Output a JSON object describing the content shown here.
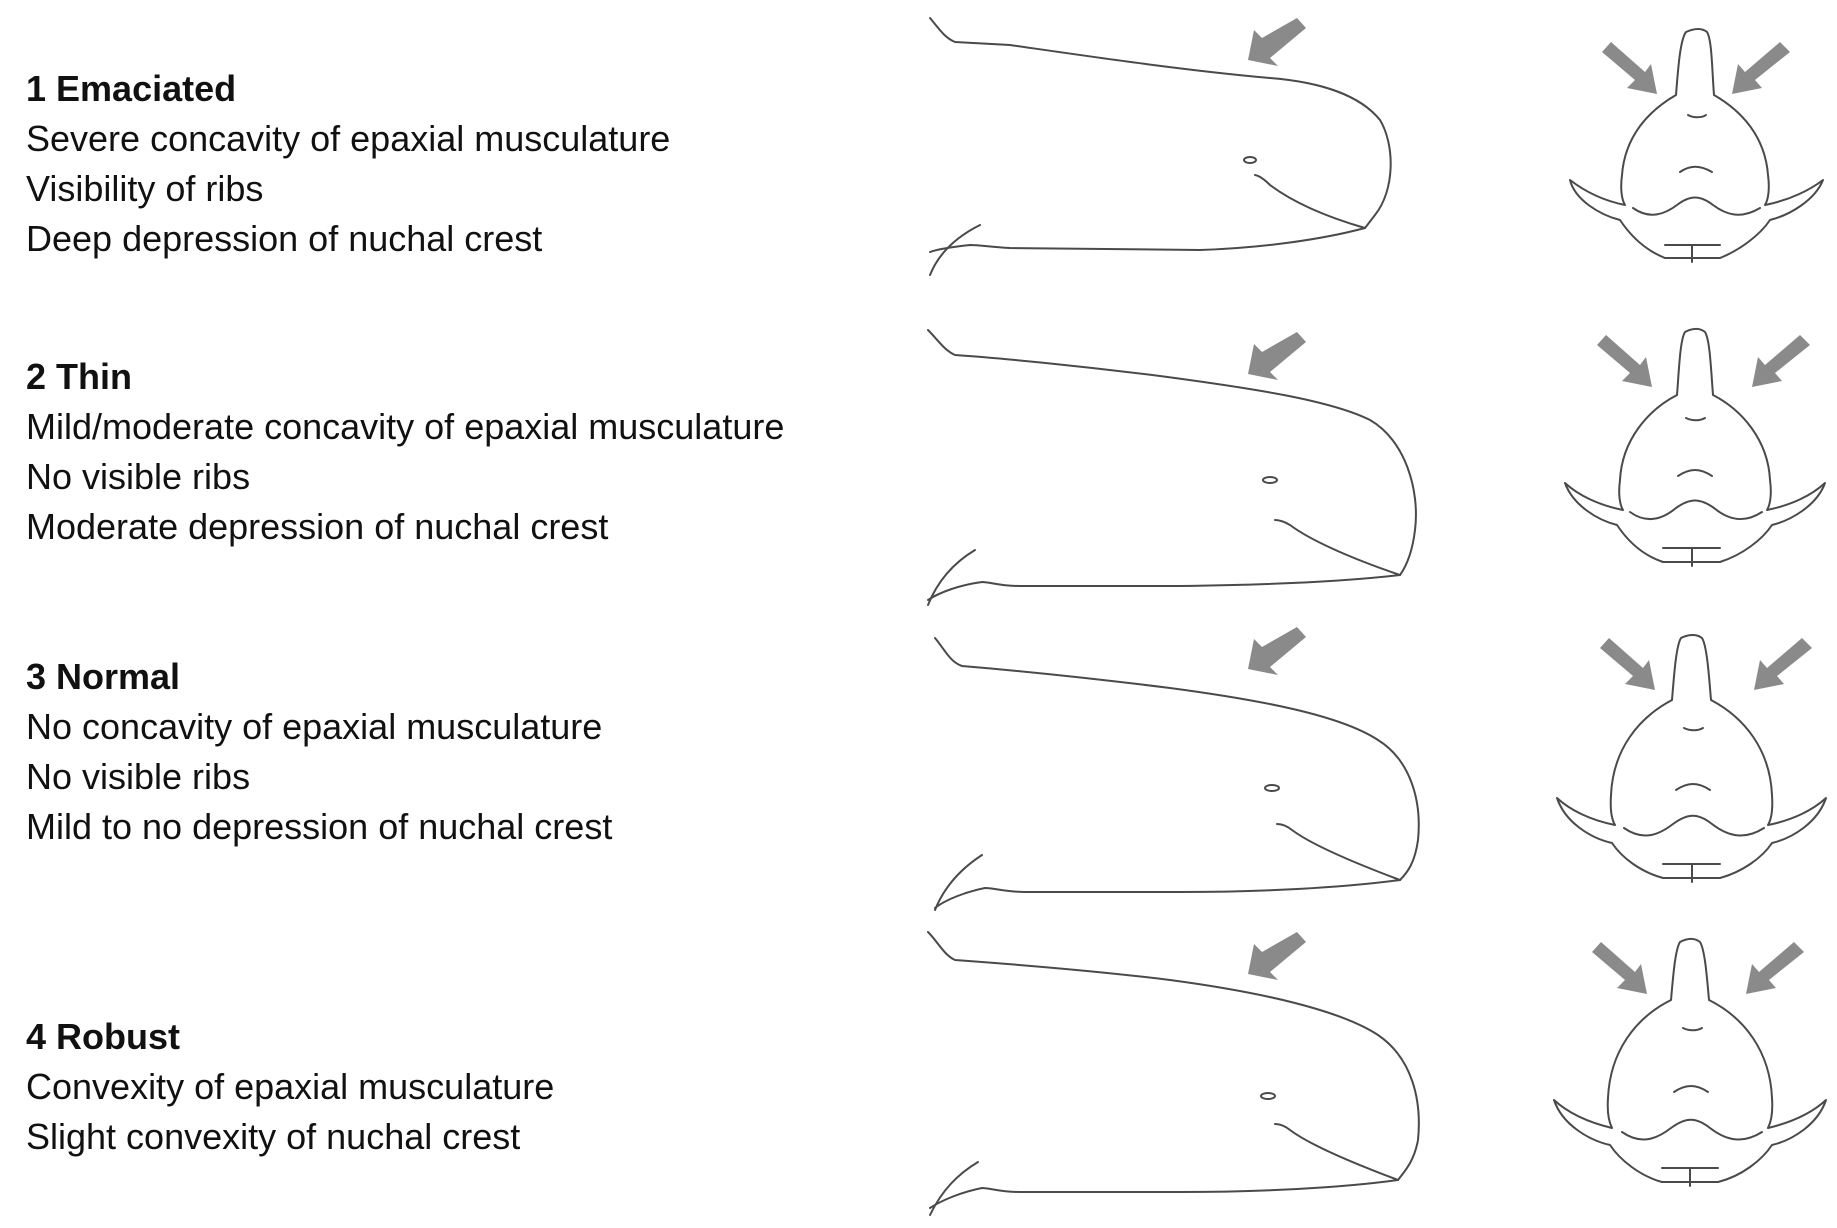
{
  "colors": {
    "outline": "#4a4a4a",
    "arrow": "#8a8a8a",
    "text": "#111111"
  },
  "panels": [
    {
      "heading": "1 Emaciated",
      "lines": [
        "Severe concavity of epaxial musculature",
        "Visibility of ribs",
        "Deep depression of nuchal crest"
      ]
    },
    {
      "heading": "2 Thin",
      "lines": [
        "Mild/moderate concavity of epaxial musculature",
        "No visible ribs",
        "Moderate depression of nuchal crest"
      ]
    },
    {
      "heading": "3 Normal",
      "lines": [
        "No concavity of epaxial musculature",
        "No visible ribs",
        "Mild to no depression of nuchal crest"
      ]
    },
    {
      "heading": "4 Robust",
      "lines": [
        "Convexity of epaxial musculature",
        "Slight convexity of nuchal crest"
      ]
    }
  ],
  "icons": [
    "side-profile-illustration",
    "front-view-illustration",
    "pointer-arrow-icon"
  ]
}
